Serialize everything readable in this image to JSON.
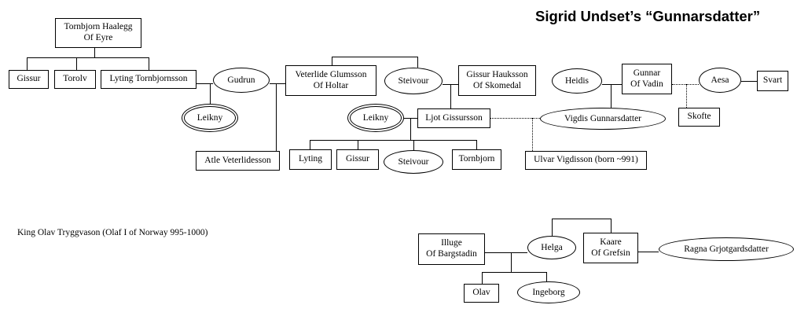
{
  "title": "Sigrid Undset’s “Gunnarsdatter”",
  "caption": "King Olav Tryggvason (Olaf I of Norway 995-1000)",
  "nodes": {
    "tornbjorn_haalegg": "Tornbjorn Haalegg\nOf Eyre",
    "gissur_sr": "Gissur",
    "torolv": "Torolv",
    "lyting_tornbjornsson": "Lyting Tornbjornsson",
    "gudrun": "Gudrun",
    "leikny_left": "Leikny",
    "atle": "Atle Veterlidesson",
    "veterlide": "Veterlide Glumsson\nOf Holtar",
    "steivour_elder": "Steivour",
    "gissur_hauksson": "Gissur Hauksson\nOf Skomedal",
    "leikny_mid": "Leikny",
    "ljot": "Ljot Gissursson",
    "lyting_jr": "Lyting",
    "gissur_jr": "Gissur",
    "steivour_younger": "Steivour",
    "tornbjorn_jr": "Tornbjorn",
    "heidis": "Heidis",
    "gunnar": "Gunnar\nOf Vadin",
    "aesa": "Aesa",
    "svart": "Svart",
    "skofte": "Skofte",
    "vigdis": "Vigdis Gunnarsdatter",
    "ulvar": "Ulvar Vigdisson (born ~991)",
    "illuge": "Illuge\nOf Bargstadin",
    "helga": "Helga",
    "kaare": "Kaare\nOf Grefsin",
    "ragna": "Ragna Grjotgardsdatter",
    "olav": "Olav",
    "ingeborg": "Ingeborg"
  },
  "diagram": {
    "type": "family-tree",
    "line_color": "#000000",
    "background": "#ffffff",
    "parent_links": [
      {
        "parent": "tornbjorn_haalegg",
        "children": [
          "gissur_sr",
          "torolv",
          "lyting_tornbjornsson"
        ]
      },
      {
        "parent": "veterlide",
        "children": [
          "steivour_elder"
        ]
      },
      {
        "parent": "kaare",
        "children": [
          "helga"
        ]
      }
    ],
    "unions": [
      {
        "partners": [
          "lyting_tornbjornsson",
          "gudrun"
        ],
        "style": "solid",
        "children": [
          "leikny_left"
        ]
      },
      {
        "partners": [
          "gudrun",
          "veterlide"
        ],
        "style": "solid",
        "children": [
          "atle"
        ]
      },
      {
        "partners": [
          "steivour_elder",
          "gissur_hauksson"
        ],
        "style": "solid",
        "children": [
          "ljot"
        ]
      },
      {
        "partners": [
          "leikny_mid",
          "ljot"
        ],
        "style": "solid",
        "children": [
          "lyting_jr",
          "gissur_jr",
          "steivour_younger",
          "tornbjorn_jr"
        ]
      },
      {
        "partners": [
          "ljot",
          "vigdis"
        ],
        "style": "dotted",
        "children": [
          "ulvar"
        ]
      },
      {
        "partners": [
          "heidis",
          "gunnar"
        ],
        "style": "solid",
        "children": [
          "vigdis"
        ]
      },
      {
        "partners": [
          "gunnar",
          "aesa"
        ],
        "style": "dotted",
        "children": [
          "skofte"
        ]
      },
      {
        "partners": [
          "aesa",
          "svart"
        ],
        "style": "solid",
        "children": []
      },
      {
        "partners": [
          "illuge",
          "helga"
        ],
        "style": "solid",
        "children": [
          "olav",
          "ingeborg"
        ]
      },
      {
        "partners": [
          "kaare",
          "ragna"
        ],
        "style": "solid",
        "children": []
      }
    ]
  }
}
